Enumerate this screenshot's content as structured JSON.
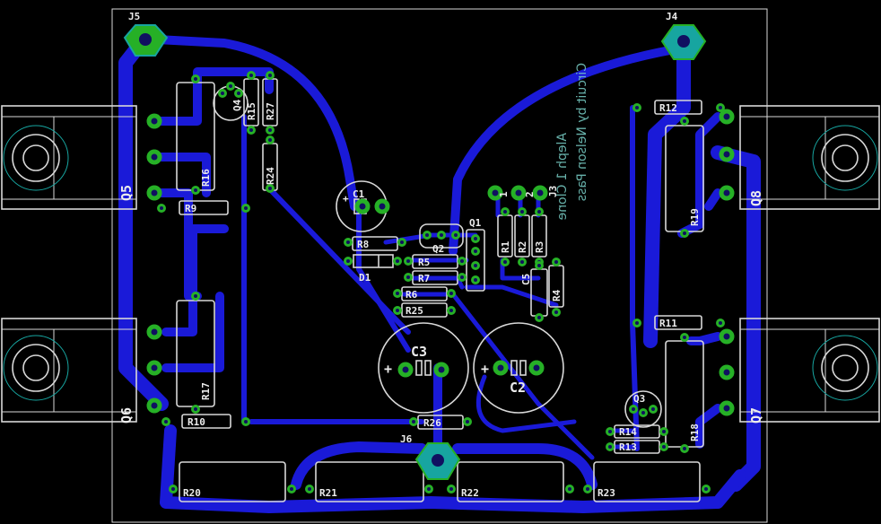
{
  "labels": {
    "J5": "J5",
    "J4": "J4",
    "J6": "J6",
    "J3": "J3",
    "Q1": "Q1",
    "Q2": "Q2",
    "Q3": "Q3",
    "Q4": "Q4",
    "Q5": "Q5",
    "Q6": "Q6",
    "Q7": "Q7",
    "Q8": "Q8",
    "C1": "C1",
    "C2": "C2",
    "C3": "C3",
    "C5": "C5",
    "D1": "D1",
    "R1": "R1",
    "R2": "R2",
    "R3": "R3",
    "R4": "R4",
    "R5": "R5",
    "R6": "R6",
    "R7": "R7",
    "R8": "R8",
    "R9": "R9",
    "R10": "R10",
    "R11": "R11",
    "R12": "R12",
    "R13": "R13",
    "R14": "R14",
    "R15": "R15",
    "R16": "R16",
    "R17": "R17",
    "R18": "R18",
    "R19": "R19",
    "R20": "R20",
    "R21": "R21",
    "R22": "R22",
    "R23": "R23",
    "R24": "R24",
    "R25": "R25",
    "R26": "R26",
    "R27": "R27",
    "pin1": "1",
    "pin2": "2",
    "plus": "+"
  },
  "mirrored_text": {
    "line1": "Circuit by Nelson Pass",
    "line2": "Aleph 1 Clone"
  },
  "colors": {
    "background": "#000000",
    "trace": "#1a1ad8",
    "pad_ring": "#26b026",
    "pad_hole": "#101060",
    "terminal": "#17a5a0",
    "silkscreen": "#d8d8d8"
  }
}
